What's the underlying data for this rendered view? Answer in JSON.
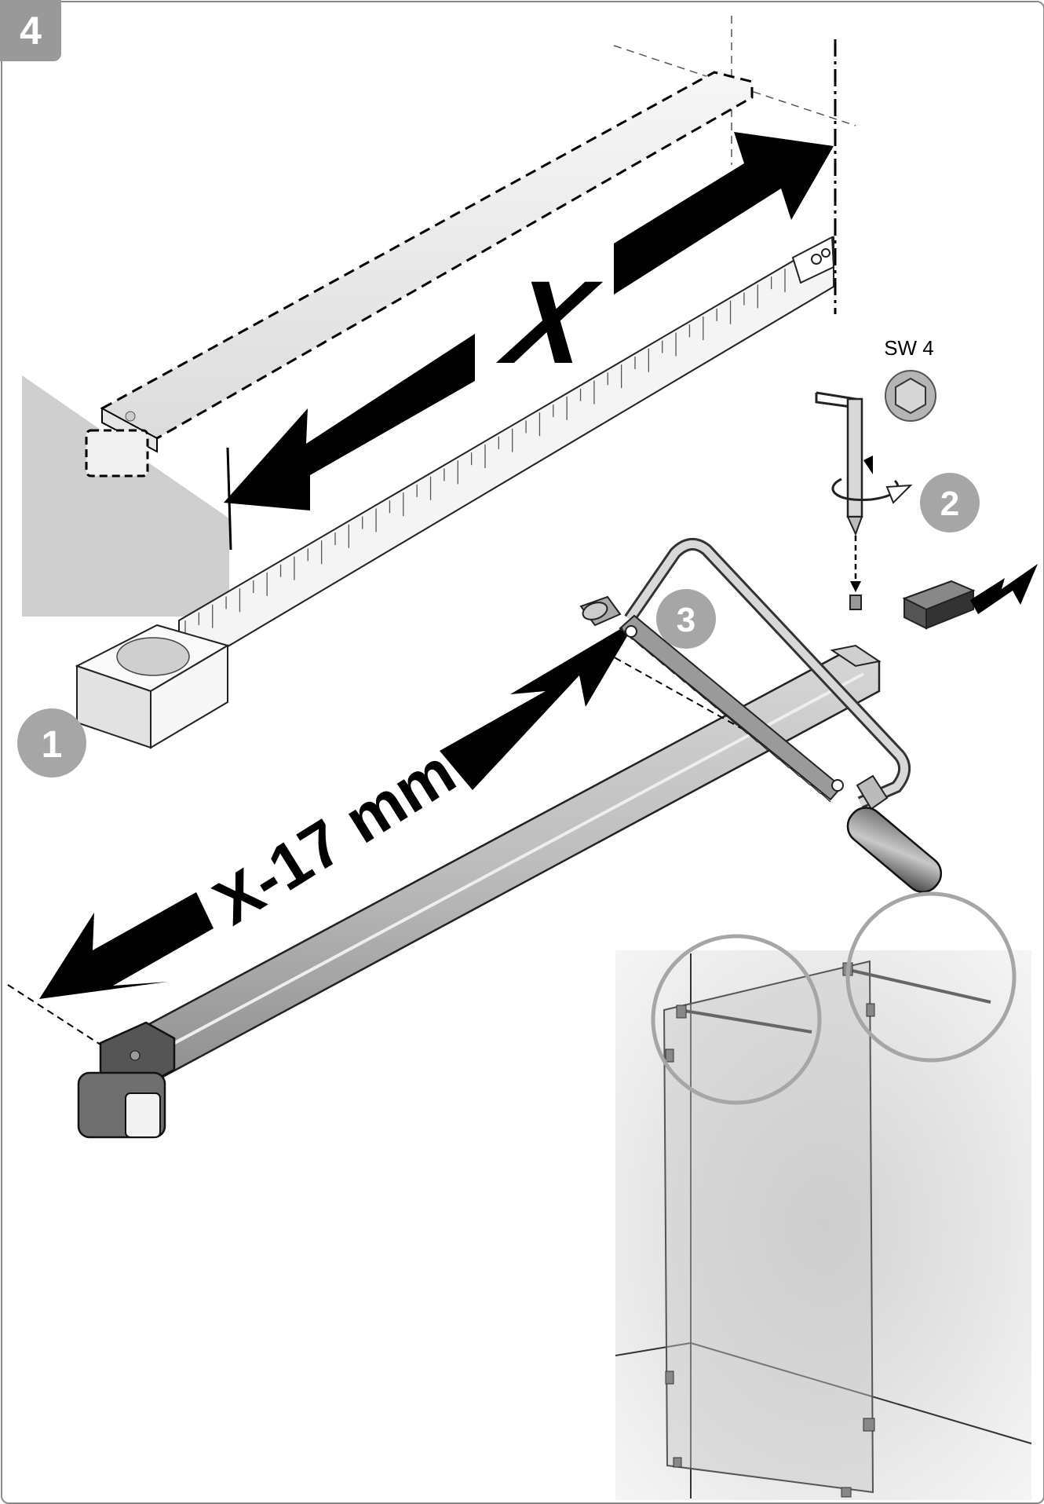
{
  "step_number": "4",
  "measurement": {
    "x_label": "X",
    "cut_label": "X-17 mm"
  },
  "tool": {
    "hex_key_size_label": "SW 4"
  },
  "callouts": [
    "1",
    "2",
    "3"
  ],
  "colors": {
    "badge": "#999999",
    "callout_circle": "#a6a6a6",
    "arrow": "#000000",
    "wall_gray": "#cfcfcf",
    "bar_gray": "#b9b9b9",
    "bar_light": "#eeeeee"
  }
}
